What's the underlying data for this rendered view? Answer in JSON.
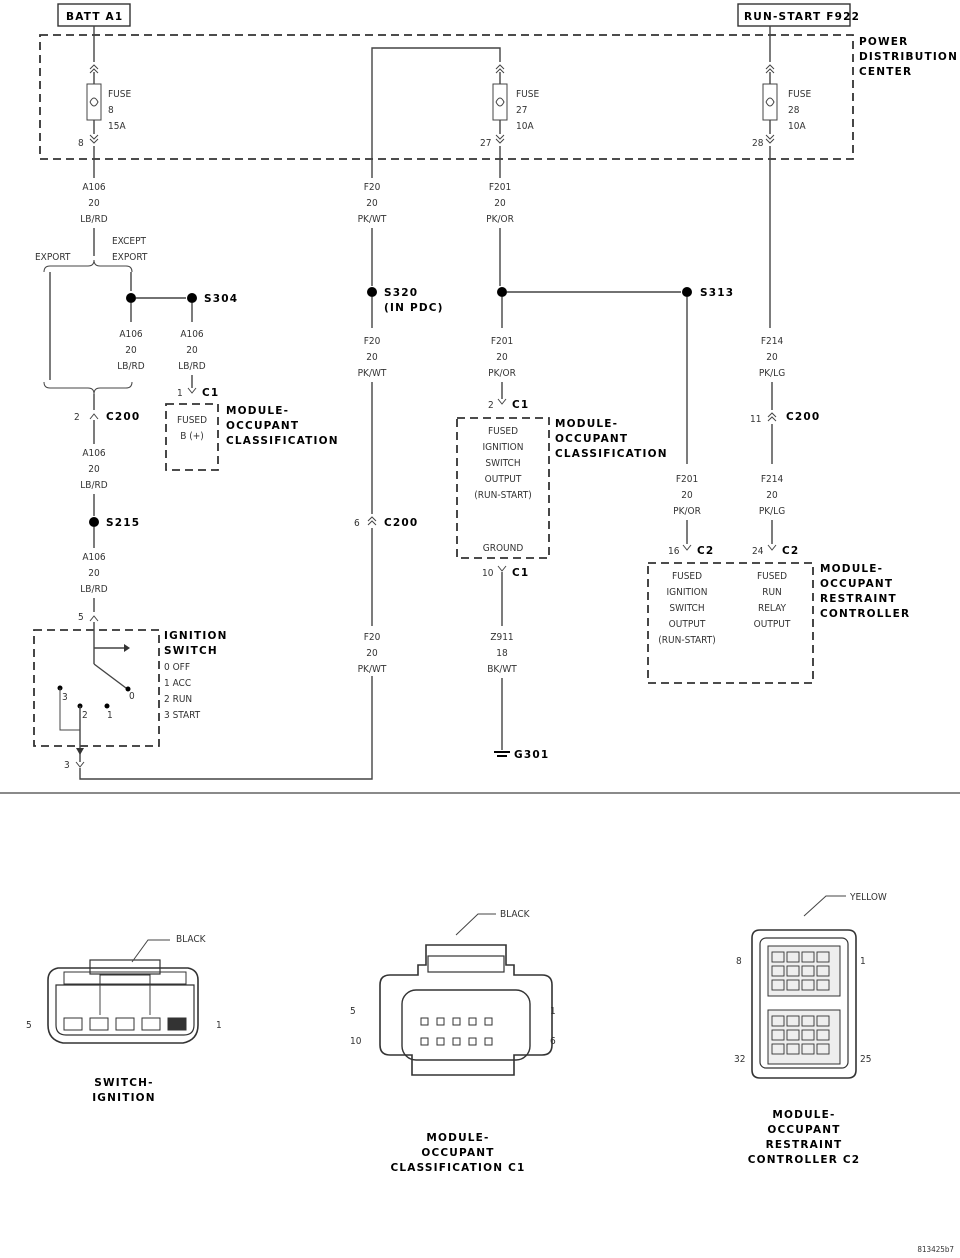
{
  "sources": {
    "batt": "BATT A1",
    "runstart": "RUN-START F922"
  },
  "pdc": {
    "l1": "POWER",
    "l2": "DISTRIBUTION",
    "l3": "CENTER"
  },
  "fuses": {
    "f8": {
      "word": "FUSE",
      "num": "8",
      "amp": "15A",
      "pin": "8"
    },
    "f27": {
      "word": "FUSE",
      "num": "27",
      "amp": "10A",
      "pin": "27"
    },
    "f28": {
      "word": "FUSE",
      "num": "28",
      "amp": "10A",
      "pin": "28"
    }
  },
  "wires": {
    "a106": {
      "c": "A106",
      "g": "20",
      "col": "LB/RD"
    },
    "f20": {
      "c": "F20",
      "g": "20",
      "col": "PK/WT"
    },
    "f201": {
      "c": "F201",
      "g": "20",
      "col": "PK/OR"
    },
    "f214": {
      "c": "F214",
      "g": "20",
      "col": "PK/LG"
    },
    "z911": {
      "c": "Z911",
      "g": "18",
      "col": "BK/WT"
    }
  },
  "variants": {
    "export": "EXPORT",
    "except1": "EXCEPT",
    "except2": "EXPORT"
  },
  "splices": {
    "s304": "S304",
    "s320": "S320",
    "s320b": "(IN PDC)",
    "s313": "S313",
    "s215": "S215"
  },
  "connectors": {
    "c1": "C1",
    "c2": "C2",
    "c200": "C200"
  },
  "pins": {
    "p1": "1",
    "p2": "2",
    "p5": "5",
    "p3": "3",
    "p6": "6",
    "p10": "10",
    "p11": "11",
    "p16": "16",
    "p24": "24"
  },
  "moc_left": {
    "l1": "MODULE-",
    "l2": "OCCUPANT",
    "l3": "CLASSIFICATION",
    "box1": "FUSED",
    "box2": "B (+)"
  },
  "moc_mid": {
    "l1": "MODULE-",
    "l2": "OCCUPANT",
    "l3": "CLASSIFICATION",
    "b1": "FUSED",
    "b2": "IGNITION",
    "b3": "SWITCH",
    "b4": "OUTPUT",
    "b5": "(RUN-START)",
    "gnd": "GROUND"
  },
  "orc": {
    "l1": "MODULE-",
    "l2": "OCCUPANT",
    "l3": "RESTRAINT",
    "l4": "CONTROLLER",
    "a1": "FUSED",
    "a2": "IGNITION",
    "a3": "SWITCH",
    "a4": "OUTPUT",
    "a5": "(RUN-START)",
    "b1": "FUSED",
    "b2": "RUN",
    "b3": "RELAY",
    "b4": "OUTPUT"
  },
  "ign": {
    "l1": "IGNITION",
    "l2": "SWITCH",
    "p0": "0 OFF",
    "p1": "1 ACC",
    "p2": "2 RUN",
    "p3": "3 START",
    "n0": "0",
    "n1": "1",
    "n2": "2",
    "n3": "3"
  },
  "ground": "G301",
  "views": {
    "ign": {
      "color": "BLACK",
      "l": "5",
      "r": "1",
      "t1": "SWITCH-",
      "t2": "IGNITION"
    },
    "moc": {
      "color": "BLACK",
      "tl": "5",
      "bl": "10",
      "tr": "1",
      "br": "6",
      "t1": "MODULE-",
      "t2": "OCCUPANT",
      "t3": "CLASSIFICATION C1"
    },
    "orc": {
      "color": "YELLOW",
      "tl": "8",
      "bl": "32",
      "tr": "1",
      "br": "25",
      "t1": "MODULE-",
      "t2": "OCCUPANT",
      "t3": "RESTRAINT",
      "t4": "CONTROLLER C2"
    }
  },
  "figure_id": "813425b7"
}
